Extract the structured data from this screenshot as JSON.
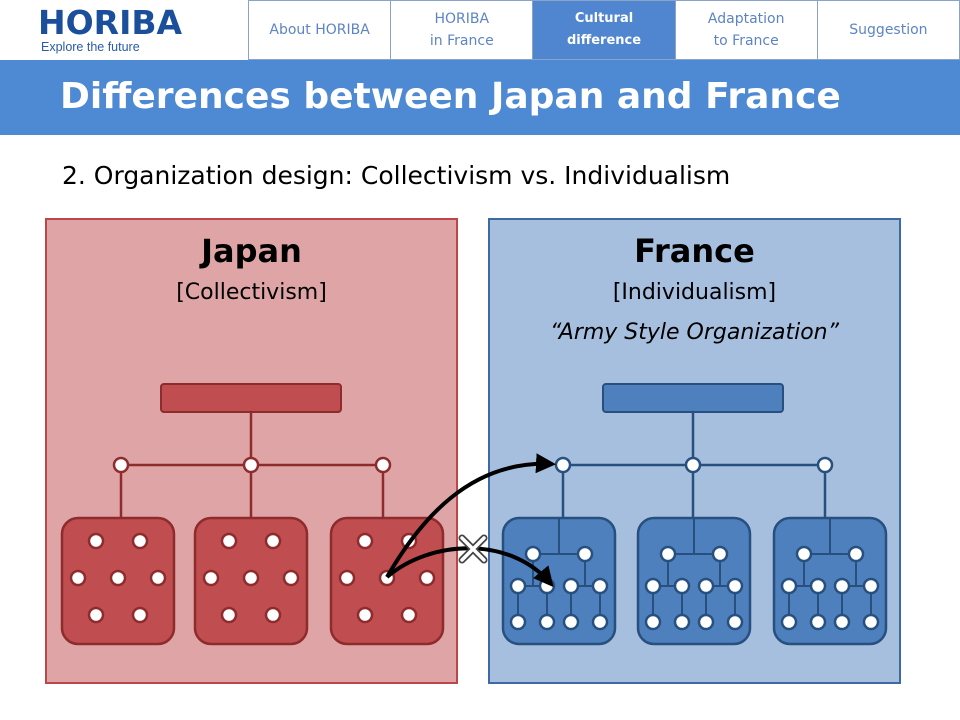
{
  "logo": {
    "wordmark": "HORIBA",
    "tagline": "Explore the future"
  },
  "nav": {
    "tabs": [
      {
        "label": "About HORIBA",
        "active": false
      },
      {
        "label": "HORIBA\nin France",
        "active": false
      },
      {
        "label": "Cultural\ndifference",
        "active": true
      },
      {
        "label": "Adaptation\nto France",
        "active": false
      },
      {
        "label": "Suggestion",
        "active": false
      }
    ]
  },
  "header": {
    "title": "Differences between Japan and France"
  },
  "subtitle": "2. Organization design: Collectivism vs. Individualism",
  "japan": {
    "heading": "Japan",
    "subheading": "[Collectivism]"
  },
  "france": {
    "heading": "France",
    "subheading": "[Individualism]",
    "quote": "“Army Style Organization”"
  },
  "colors": {
    "brand_blue": "#1b4e9b",
    "title_band": "#4e89d3",
    "japan_panel": "#dfa5a6",
    "japan_node": "#c04d4f",
    "france_panel": "#a7bfdf",
    "france_node": "#4f80be"
  },
  "icons": {
    "blocked": "cross-mark-icon"
  }
}
